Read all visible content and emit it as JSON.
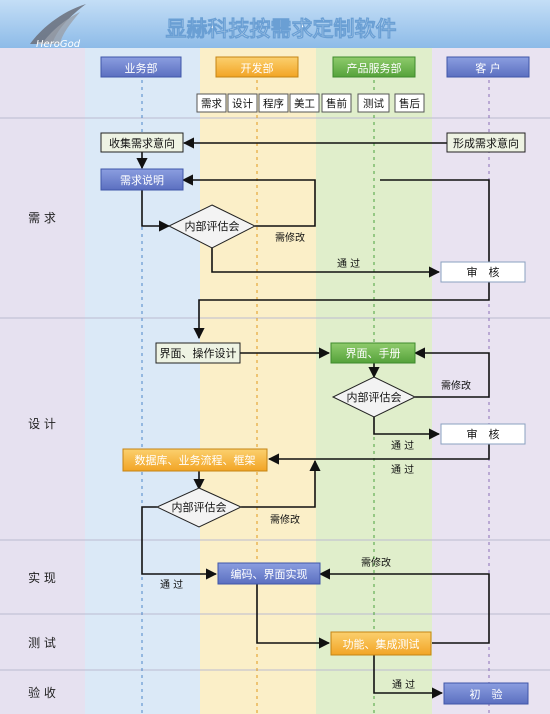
{
  "header": {
    "title": "显赫科技按需求定制软件",
    "logo_text": "HeroGod"
  },
  "lanes": {
    "business": "业务部",
    "dev": "开发部",
    "product": "产品服务部",
    "customer": "客 户"
  },
  "dev_roles": [
    "需求",
    "设计",
    "程序",
    "美工"
  ],
  "product_roles": [
    "售前",
    "测试",
    "售后"
  ],
  "phases": [
    "需 求",
    "设 计",
    "实 现",
    "测 试",
    "验 收"
  ],
  "nodes": {
    "collect": "收集需求意向",
    "form": "形成需求意向",
    "spec": "需求说明",
    "review1": "内部评估会",
    "approve1": "审　核",
    "ui_design": "界面、操作设计",
    "ui_manual": "界面、手册",
    "review2": "内部评估会",
    "approve2": "审　核",
    "database": "数据库、业务流程、框架",
    "review3": "内部评估会",
    "coding": "编码、界面实现",
    "testing": "功能、集成测试",
    "final": "初　验"
  },
  "edge_labels": {
    "revise1": "需修改",
    "pass1": "通 过",
    "revise2": "需修改",
    "pass2": "通 过",
    "pass3": "通 过",
    "revise3": "需修改",
    "pass4": "通 过",
    "revise4": "需修改",
    "pass5": "通 过"
  },
  "colors": {
    "header_bg": "#9ec8ef",
    "lane_business": "#dbe9f7",
    "lane_dev": "#fbefc8",
    "lane_product": "#e0eecb",
    "lane_customer": "#e9e3f1",
    "phase_bg": "#e6e1f0",
    "blue_box": "#6f82cf",
    "orange_box": "#f7b43a",
    "green_box": "#6ab54a",
    "light_box": "#eef3e3"
  }
}
